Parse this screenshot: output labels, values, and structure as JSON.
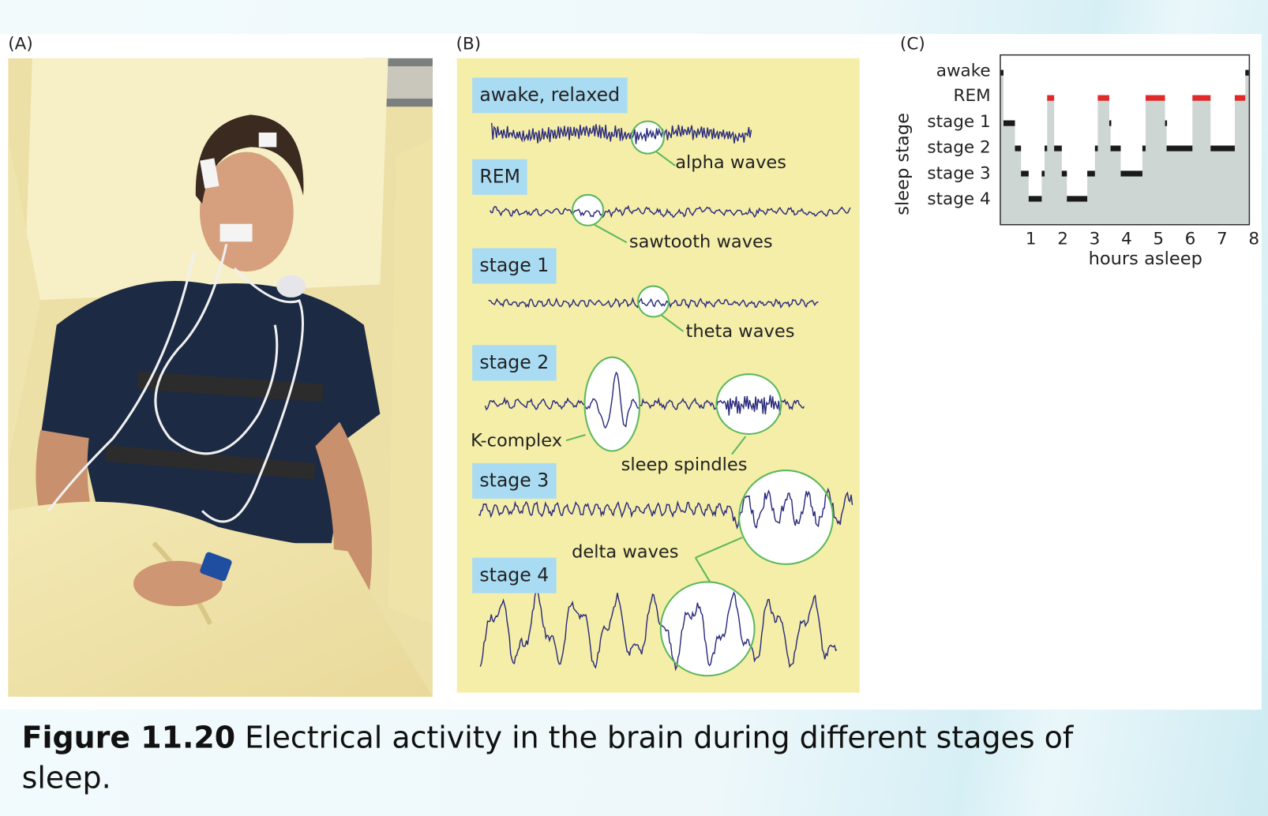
{
  "panels": {
    "a_label": "(A)",
    "b_label": "(B)",
    "c_label": "(C)"
  },
  "eeg": {
    "stages": [
      "awake, relaxed",
      "REM",
      "stage 1",
      "stage 2",
      "stage 3",
      "stage 4"
    ],
    "annotations": {
      "alpha": "alpha waves",
      "sawtooth": "sawtooth waves",
      "theta": "theta waves",
      "k_complex": "K-complex",
      "spindles": "sleep spindles",
      "delta": "delta waves"
    }
  },
  "chart_data": {
    "type": "line",
    "style": "step hypnogram",
    "title": "",
    "xlabel": "hours asleep",
    "ylabel": "sleep stage",
    "y_categories": [
      "awake",
      "REM",
      "stage 1",
      "stage 2",
      "stage 3",
      "stage 4"
    ],
    "x_ticks": [
      "1",
      "2",
      "3",
      "4",
      "5",
      "6",
      "7",
      "8"
    ],
    "xlim": [
      0,
      7.82
    ],
    "grid": false,
    "segments": [
      {
        "stage": "awake",
        "start": 0.0,
        "end": 0.1
      },
      {
        "stage": "stage 1",
        "start": 0.1,
        "end": 0.46
      },
      {
        "stage": "stage 2",
        "start": 0.46,
        "end": 0.65
      },
      {
        "stage": "stage 3",
        "start": 0.65,
        "end": 0.89
      },
      {
        "stage": "stage 4",
        "start": 0.89,
        "end": 1.3
      },
      {
        "stage": "stage 3",
        "start": 1.3,
        "end": 1.39
      },
      {
        "stage": "stage 2",
        "start": 1.39,
        "end": 1.47
      },
      {
        "stage": "REM",
        "start": 1.47,
        "end": 1.69
      },
      {
        "stage": "stage 2",
        "start": 1.69,
        "end": 1.93
      },
      {
        "stage": "stage 3",
        "start": 1.93,
        "end": 2.09
      },
      {
        "stage": "stage 4",
        "start": 2.09,
        "end": 2.73
      },
      {
        "stage": "stage 3",
        "start": 2.73,
        "end": 2.97
      },
      {
        "stage": "stage 2",
        "start": 2.97,
        "end": 3.06
      },
      {
        "stage": "REM",
        "start": 3.06,
        "end": 3.42
      },
      {
        "stage": "stage 1",
        "start": 3.42,
        "end": 3.46
      },
      {
        "stage": "stage 2",
        "start": 3.46,
        "end": 3.78
      },
      {
        "stage": "stage 3",
        "start": 3.78,
        "end": 4.46
      },
      {
        "stage": "stage 2",
        "start": 4.46,
        "end": 4.56
      },
      {
        "stage": "REM",
        "start": 4.56,
        "end": 5.17
      },
      {
        "stage": "stage 1",
        "start": 5.17,
        "end": 5.22
      },
      {
        "stage": "stage 2",
        "start": 5.22,
        "end": 6.03
      },
      {
        "stage": "REM",
        "start": 6.03,
        "end": 6.6
      },
      {
        "stage": "stage 2",
        "start": 6.6,
        "end": 7.36
      },
      {
        "stage": "REM",
        "start": 7.36,
        "end": 7.69
      },
      {
        "stage": "awake",
        "start": 7.69,
        "end": 7.8
      }
    ]
  },
  "caption": {
    "bold": "Figure 11.20",
    "line1": " Electrical activity in the brain during different stages of",
    "line2": "sleep."
  },
  "colors": {
    "panel_yellow": "#f5eea8",
    "label_blue": "#a9dcf3",
    "wave": "#2b2b7c",
    "inset_green": "#5cb85c",
    "rem_red": "#e02a2a",
    "stage_black": "#1a1a1a",
    "plot_gray": "#cdd6d3"
  }
}
